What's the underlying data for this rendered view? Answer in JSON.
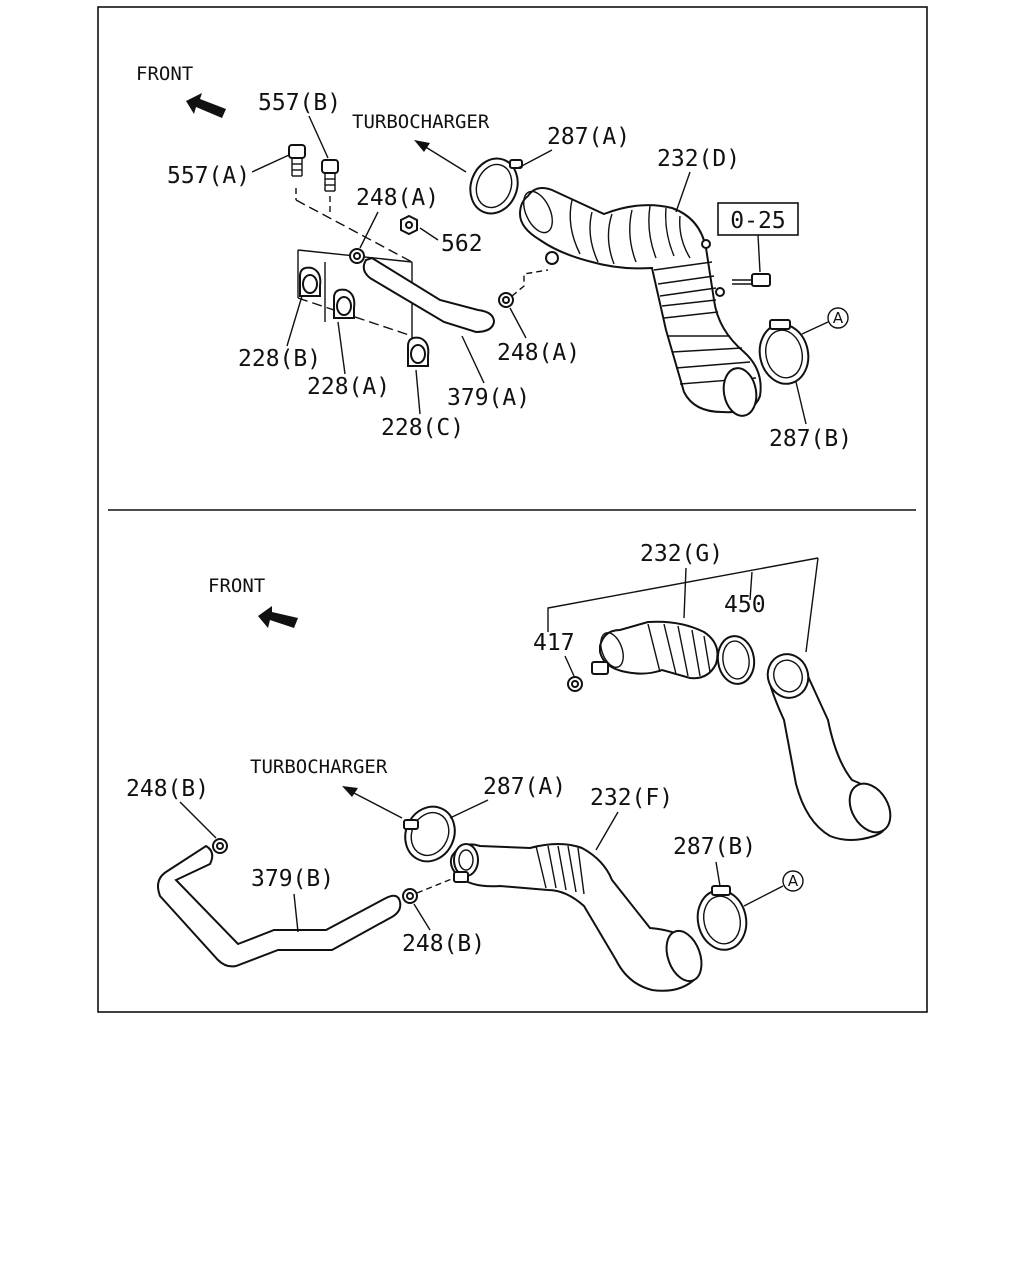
{
  "colors": {
    "ink": "#111111",
    "paper": "#ffffff"
  },
  "upper": {
    "front_label": "FRONT",
    "turbo_label": "TURBOCHARGER",
    "labels": {
      "bolt_b": "557(B)",
      "bolt_a": "557(A)",
      "clamp_287a": "287(A)",
      "hose_232d": "232(D)",
      "clip_248a_top": "248(A)",
      "nut_562": "562",
      "ref_box": "0-25",
      "circle_ref": "A",
      "clip_248a_mid": "248(A)",
      "bracket_228b": "228(B)",
      "bracket_228a": "228(A)",
      "bracket_228c": "228(C)",
      "hose_379a": "379(A)",
      "clamp_287b": "287(B)"
    }
  },
  "lower": {
    "front_label": "FRONT",
    "turbo_label": "TURBOCHARGER",
    "labels": {
      "hose_232g": "232(G)",
      "ring_450": "450",
      "clip_417": "417",
      "clip_248b_left": "248(B)",
      "clamp_287a": "287(A)",
      "hose_232f": "232(F)",
      "clamp_287b": "287(B)",
      "circle_ref": "A",
      "hose_379b": "379(B)",
      "clip_248b_bottom": "248(B)"
    }
  }
}
